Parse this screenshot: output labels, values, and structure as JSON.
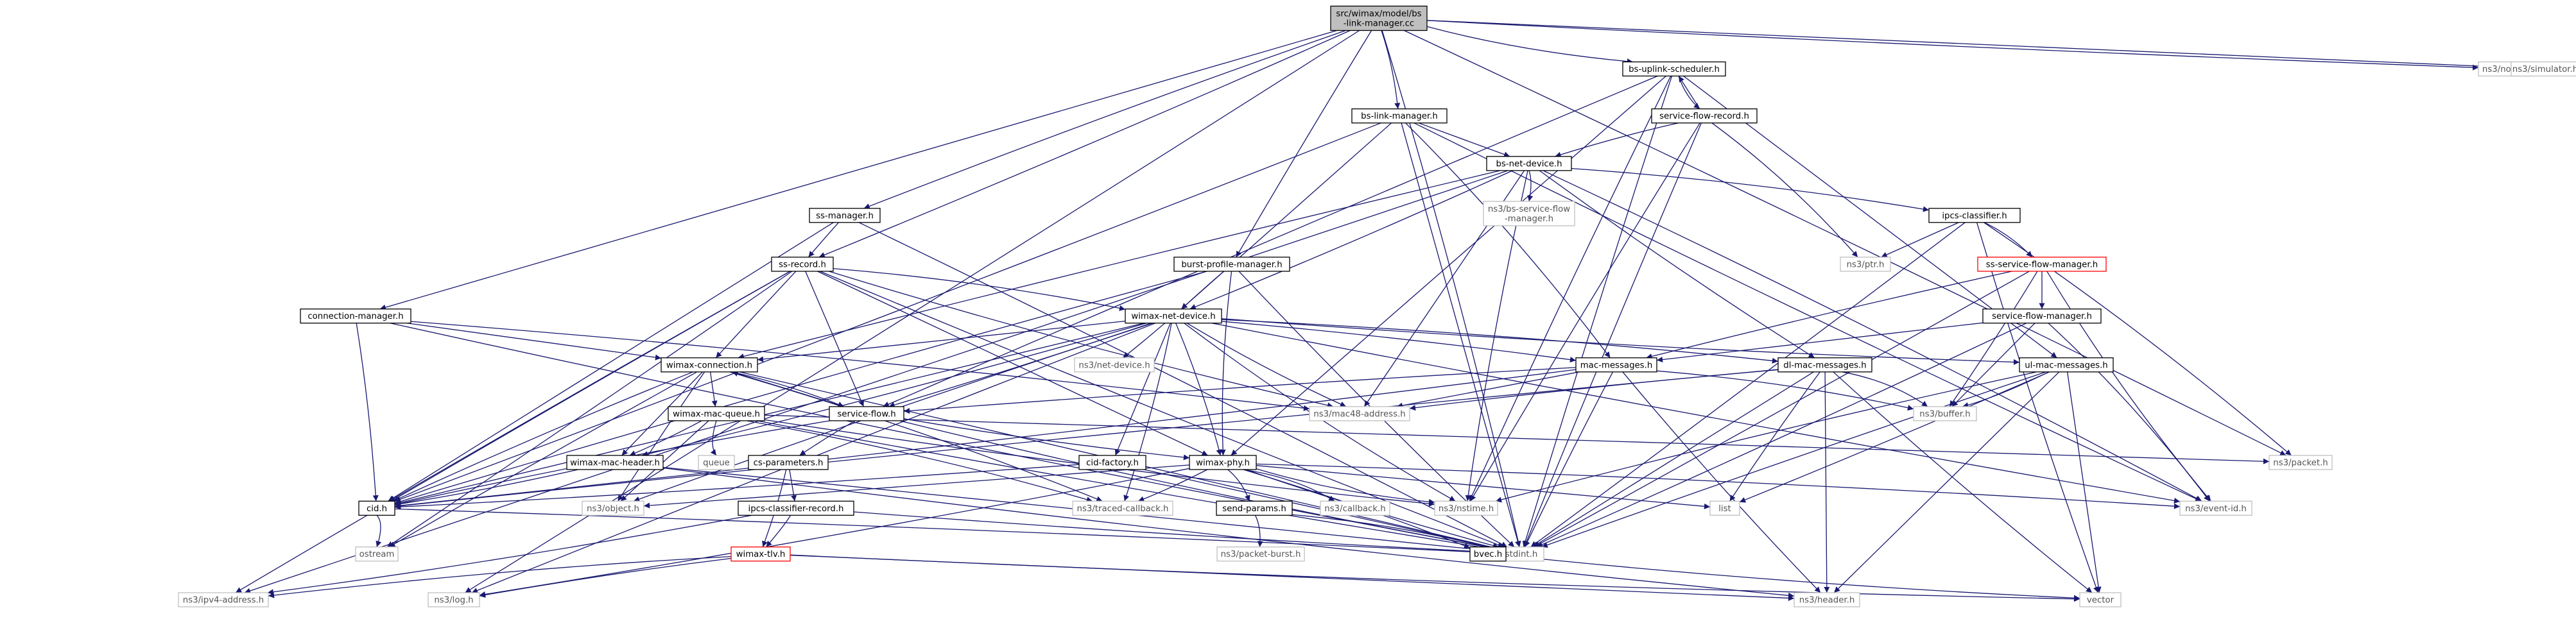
{
  "graph": {
    "type": "include-dependency-graph",
    "colors": {
      "edge": "#191970",
      "root_fill": "#bfbfbf",
      "node_border": "#000000",
      "external_border": "#bfbfbf",
      "incomplete_border": "#ff0000"
    },
    "nodes": [
      {
        "id": "root",
        "lines": [
          "src/wimax/model/bs",
          "-link-manager.cc"
        ],
        "kind": "root"
      },
      {
        "id": "bs-uplink-scheduler.h",
        "lines": [
          "bs-uplink-scheduler.h"
        ],
        "kind": "normal"
      },
      {
        "id": "ns3/node.h",
        "lines": [
          "ns3/node.h"
        ],
        "kind": "ext"
      },
      {
        "id": "ns3/simulator.h",
        "lines": [
          "ns3/simulator.h"
        ],
        "kind": "ext"
      },
      {
        "id": "bs-link-manager.h",
        "lines": [
          "bs-link-manager.h"
        ],
        "kind": "normal"
      },
      {
        "id": "service-flow-record.h",
        "lines": [
          "service-flow-record.h"
        ],
        "kind": "normal"
      },
      {
        "id": "bs-net-device.h",
        "lines": [
          "bs-net-device.h"
        ],
        "kind": "normal"
      },
      {
        "id": "ss-manager.h",
        "lines": [
          "ss-manager.h"
        ],
        "kind": "normal"
      },
      {
        "id": "ns3/bs-service-flow-manager.h",
        "lines": [
          "ns3/bs-service-flow",
          "-manager.h"
        ],
        "kind": "ext"
      },
      {
        "id": "ipcs-classifier.h",
        "lines": [
          "ipcs-classifier.h"
        ],
        "kind": "normal"
      },
      {
        "id": "ss-record.h",
        "lines": [
          "ss-record.h"
        ],
        "kind": "normal"
      },
      {
        "id": "burst-profile-manager.h",
        "lines": [
          "burst-profile-manager.h"
        ],
        "kind": "normal"
      },
      {
        "id": "ns3/ptr.h",
        "lines": [
          "ns3/ptr.h"
        ],
        "kind": "ext"
      },
      {
        "id": "ss-service-flow-manager.h",
        "lines": [
          "ss-service-flow-manager.h"
        ],
        "kind": "red"
      },
      {
        "id": "connection-manager.h",
        "lines": [
          "connection-manager.h"
        ],
        "kind": "normal"
      },
      {
        "id": "wimax-net-device.h",
        "lines": [
          "wimax-net-device.h"
        ],
        "kind": "normal"
      },
      {
        "id": "service-flow-manager.h",
        "lines": [
          "service-flow-manager.h"
        ],
        "kind": "normal"
      },
      {
        "id": "wimax-connection.h",
        "lines": [
          "wimax-connection.h"
        ],
        "kind": "normal"
      },
      {
        "id": "ns3/net-device.h",
        "lines": [
          "ns3/net-device.h"
        ],
        "kind": "ext"
      },
      {
        "id": "mac-messages.h",
        "lines": [
          "mac-messages.h"
        ],
        "kind": "normal"
      },
      {
        "id": "dl-mac-messages.h",
        "lines": [
          "dl-mac-messages.h"
        ],
        "kind": "normal"
      },
      {
        "id": "ul-mac-messages.h",
        "lines": [
          "ul-mac-messages.h"
        ],
        "kind": "normal"
      },
      {
        "id": "wimax-mac-queue.h",
        "lines": [
          "wimax-mac-queue.h"
        ],
        "kind": "normal"
      },
      {
        "id": "service-flow.h",
        "lines": [
          "service-flow.h"
        ],
        "kind": "normal"
      },
      {
        "id": "ns3/mac48-address.h",
        "lines": [
          "ns3/mac48-address.h"
        ],
        "kind": "ext"
      },
      {
        "id": "ns3/buffer.h",
        "lines": [
          "ns3/buffer.h"
        ],
        "kind": "ext"
      },
      {
        "id": "queue",
        "lines": [
          "queue"
        ],
        "kind": "ext"
      },
      {
        "id": "cs-parameters.h",
        "lines": [
          "cs-parameters.h"
        ],
        "kind": "normal"
      },
      {
        "id": "cid-factory.h",
        "lines": [
          "cid-factory.h"
        ],
        "kind": "normal"
      },
      {
        "id": "wimax-phy.h",
        "lines": [
          "wimax-phy.h"
        ],
        "kind": "normal"
      },
      {
        "id": "ns3/packet.h",
        "lines": [
          "ns3/packet.h"
        ],
        "kind": "ext"
      },
      {
        "id": "wimax-mac-header.h",
        "lines": [
          "wimax-mac-header.h"
        ],
        "kind": "normal"
      },
      {
        "id": "cid.h",
        "lines": [
          "cid.h"
        ],
        "kind": "normal"
      },
      {
        "id": "ns3/object.h",
        "lines": [
          "ns3/object.h"
        ],
        "kind": "ext"
      },
      {
        "id": "ipcs-classifier-record.h",
        "lines": [
          "ipcs-classifier-record.h"
        ],
        "kind": "normal"
      },
      {
        "id": "ns3/traced-callback.h",
        "lines": [
          "ns3/traced-callback.h"
        ],
        "kind": "ext"
      },
      {
        "id": "send-params.h",
        "lines": [
          "send-params.h"
        ],
        "kind": "normal"
      },
      {
        "id": "ns3/callback.h",
        "lines": [
          "ns3/callback.h"
        ],
        "kind": "ext"
      },
      {
        "id": "ns3/nstime.h",
        "lines": [
          "ns3/nstime.h"
        ],
        "kind": "ext"
      },
      {
        "id": "list",
        "lines": [
          "list"
        ],
        "kind": "ext"
      },
      {
        "id": "ns3/event-id.h",
        "lines": [
          "ns3/event-id.h"
        ],
        "kind": "ext"
      },
      {
        "id": "ostream",
        "lines": [
          "ostream"
        ],
        "kind": "ext"
      },
      {
        "id": "ns3/packet-burst.h",
        "lines": [
          "ns3/packet-burst.h"
        ],
        "kind": "ext"
      },
      {
        "id": "stdint.h",
        "lines": [
          "stdint.h"
        ],
        "kind": "ext"
      },
      {
        "id": "bvec.h",
        "lines": [
          "bvec.h"
        ],
        "kind": "normal"
      },
      {
        "id": "wimax-tlv.h",
        "lines": [
          "wimax-tlv.h"
        ],
        "kind": "red"
      },
      {
        "id": "ns3/ipv4-address.h",
        "lines": [
          "ns3/ipv4-address.h"
        ],
        "kind": "ext"
      },
      {
        "id": "ns3/log.h",
        "lines": [
          "ns3/log.h"
        ],
        "kind": "ext"
      },
      {
        "id": "ns3/header.h",
        "lines": [
          "ns3/header.h"
        ],
        "kind": "ext"
      },
      {
        "id": "vector",
        "lines": [
          "vector"
        ],
        "kind": "ext"
      }
    ],
    "edges": [
      [
        "root",
        "bs-uplink-scheduler.h"
      ],
      [
        "root",
        "ns3/node.h"
      ],
      [
        "root",
        "ns3/simulator.h"
      ],
      [
        "root",
        "bs-link-manager.h"
      ],
      [
        "root",
        "ss-manager.h"
      ],
      [
        "root",
        "ss-record.h"
      ],
      [
        "root",
        "burst-profile-manager.h"
      ],
      [
        "root",
        "connection-manager.h"
      ],
      [
        "root",
        "ns3/packet.h"
      ],
      [
        "root",
        "stdint.h"
      ],
      [
        "root",
        "ns3/log.h"
      ],
      [
        "bs-uplink-scheduler.h",
        "service-flow-record.h"
      ],
      [
        "bs-uplink-scheduler.h",
        "ul-mac-messages.h"
      ],
      [
        "bs-uplink-scheduler.h",
        "service-flow.h"
      ],
      [
        "bs-uplink-scheduler.h",
        "wimax-phy.h"
      ],
      [
        "bs-uplink-scheduler.h",
        "ns3/nstime.h"
      ],
      [
        "bs-uplink-scheduler.h",
        "stdint.h"
      ],
      [
        "service-flow-record.h",
        "bs-uplink-scheduler.h"
      ],
      [
        "service-flow-record.h",
        "bs-net-device.h"
      ],
      [
        "service-flow-record.h",
        "ns3/ptr.h"
      ],
      [
        "service-flow-record.h",
        "ns3/nstime.h"
      ],
      [
        "service-flow-record.h",
        "stdint.h"
      ],
      [
        "bs-link-manager.h",
        "bs-net-device.h"
      ],
      [
        "bs-link-manager.h",
        "wimax-net-device.h"
      ],
      [
        "bs-link-manager.h",
        "mac-messages.h"
      ],
      [
        "bs-link-manager.h",
        "cid.h"
      ],
      [
        "bs-link-manager.h",
        "ns3/event-id.h"
      ],
      [
        "bs-link-manager.h",
        "stdint.h"
      ],
      [
        "bs-net-device.h",
        "ns3/bs-service-flow-manager.h"
      ],
      [
        "bs-net-device.h",
        "ipcs-classifier.h"
      ],
      [
        "bs-net-device.h",
        "wimax-net-device.h"
      ],
      [
        "bs-net-device.h",
        "dl-mac-messages.h"
      ],
      [
        "bs-net-device.h",
        "ns3/mac48-address.h"
      ],
      [
        "bs-net-device.h",
        "wimax-connection.h"
      ],
      [
        "bs-net-device.h",
        "ns3/event-id.h"
      ],
      [
        "bs-net-device.h",
        "ns3/nstime.h"
      ],
      [
        "bs-net-device.h",
        "ns3/ipv4-address.h"
      ],
      [
        "ipcs-classifier.h",
        "ns3/ptr.h"
      ],
      [
        "ipcs-classifier.h",
        "ss-service-flow-manager.h"
      ],
      [
        "ipcs-classifier.h",
        "ns3/packet.h"
      ],
      [
        "ipcs-classifier.h",
        "stdint.h"
      ],
      [
        "ipcs-classifier.h",
        "vector"
      ],
      [
        "ss-service-flow-manager.h",
        "service-flow-manager.h"
      ],
      [
        "ss-service-flow-manager.h",
        "mac-messages.h"
      ],
      [
        "ss-service-flow-manager.h",
        "ns3/buffer.h"
      ],
      [
        "ss-service-flow-manager.h",
        "ns3/event-id.h"
      ],
      [
        "ss-service-flow-manager.h",
        "stdint.h"
      ],
      [
        "service-flow-manager.h",
        "mac-messages.h"
      ],
      [
        "service-flow-manager.h",
        "ns3/buffer.h"
      ],
      [
        "service-flow-manager.h",
        "ns3/event-id.h"
      ],
      [
        "service-flow-manager.h",
        "stdint.h"
      ],
      [
        "ss-manager.h",
        "ss-record.h"
      ],
      [
        "ss-manager.h",
        "cid.h"
      ],
      [
        "ss-manager.h",
        "stdint.h"
      ],
      [
        "ss-record.h",
        "wimax-net-device.h"
      ],
      [
        "ss-record.h",
        "ns3/mac48-address.h"
      ],
      [
        "ss-record.h",
        "wimax-connection.h"
      ],
      [
        "ss-record.h",
        "service-flow.h"
      ],
      [
        "ss-record.h",
        "cid.h"
      ],
      [
        "ss-record.h",
        "ns3/ipv4-address.h"
      ],
      [
        "ss-record.h",
        "ostream"
      ],
      [
        "ss-record.h",
        "stdint.h"
      ],
      [
        "ss-record.h",
        "wimax-phy.h"
      ],
      [
        "burst-profile-manager.h",
        "wimax-net-device.h"
      ],
      [
        "burst-profile-manager.h",
        "cid.h"
      ],
      [
        "burst-profile-manager.h",
        "wimax-phy.h"
      ],
      [
        "burst-profile-manager.h",
        "stdint.h"
      ],
      [
        "connection-manager.h",
        "wimax-connection.h"
      ],
      [
        "connection-manager.h",
        "cid.h"
      ],
      [
        "connection-manager.h",
        "ns3/mac48-address.h"
      ],
      [
        "connection-manager.h",
        "stdint.h"
      ],
      [
        "wimax-net-device.h",
        "ns3/net-device.h"
      ],
      [
        "wimax-net-device.h",
        "wimax-connection.h"
      ],
      [
        "wimax-net-device.h",
        "mac-messages.h"
      ],
      [
        "wimax-net-device.h",
        "dl-mac-messages.h"
      ],
      [
        "wimax-net-device.h",
        "ul-mac-messages.h"
      ],
      [
        "wimax-net-device.h",
        "ns3/mac48-address.h"
      ],
      [
        "wimax-net-device.h",
        "cid-factory.h"
      ],
      [
        "wimax-net-device.h",
        "wimax-phy.h"
      ],
      [
        "wimax-net-device.h",
        "ns3/traced-callback.h"
      ],
      [
        "wimax-net-device.h",
        "ns3/nstime.h"
      ],
      [
        "wimax-net-device.h",
        "ns3/event-id.h"
      ],
      [
        "wimax-net-device.h",
        "cid.h"
      ],
      [
        "wimax-net-device.h",
        "ns3/log.h"
      ],
      [
        "wimax-net-device.h",
        "ns3/object.h"
      ],
      [
        "wimax-net-device.h",
        "wimax-mac-header.h"
      ],
      [
        "wimax-net-device.h",
        "service-flow.h"
      ],
      [
        "wimax-connection.h",
        "wimax-mac-queue.h"
      ],
      [
        "wimax-connection.h",
        "service-flow.h"
      ],
      [
        "wimax-connection.h",
        "cid.h"
      ],
      [
        "wimax-connection.h",
        "wimax-mac-header.h"
      ],
      [
        "wimax-connection.h",
        "ns3/object.h"
      ],
      [
        "wimax-connection.h",
        "stdint.h"
      ],
      [
        "wimax-connection.h",
        "ostream"
      ],
      [
        "wimax-connection.h",
        "ns3/traced-callback.h"
      ],
      [
        "wimax-mac-queue.h",
        "queue"
      ],
      [
        "wimax-mac-queue.h",
        "wimax-mac-header.h"
      ],
      [
        "wimax-mac-queue.h",
        "ns3/packet.h"
      ],
      [
        "wimax-mac-queue.h",
        "ns3/object.h"
      ],
      [
        "wimax-mac-queue.h",
        "ns3/traced-callback.h"
      ],
      [
        "wimax-mac-queue.h",
        "ns3/nstime.h"
      ],
      [
        "wimax-mac-queue.h",
        "stdint.h"
      ],
      [
        "service-flow.h",
        "wimax-connection.h"
      ],
      [
        "service-flow.h",
        "cs-parameters.h"
      ],
      [
        "service-flow.h",
        "cid.h"
      ],
      [
        "service-flow.h",
        "stdint.h"
      ],
      [
        "service-flow.h",
        "wimax-phy.h"
      ],
      [
        "cs-parameters.h",
        "ipcs-classifier-record.h"
      ],
      [
        "cs-parameters.h",
        "wimax-tlv.h"
      ],
      [
        "ipcs-classifier-record.h",
        "wimax-tlv.h"
      ],
      [
        "ipcs-classifier-record.h",
        "ns3/ipv4-address.h"
      ],
      [
        "ipcs-classifier-record.h",
        "stdint.h"
      ],
      [
        "wimax-tlv.h",
        "ns3/header.h"
      ],
      [
        "wimax-tlv.h",
        "ns3/log.h"
      ],
      [
        "wimax-tlv.h",
        "ns3/ipv4-address.h"
      ],
      [
        "wimax-tlv.h",
        "vector"
      ],
      [
        "cid-factory.h",
        "cid.h"
      ],
      [
        "cid-factory.h",
        "stdint.h"
      ],
      [
        "cid.h",
        "stdint.h"
      ],
      [
        "cid.h",
        "ostream"
      ],
      [
        "wimax-mac-header.h",
        "ns3/header.h"
      ],
      [
        "wimax-mac-header.h",
        "cid.h"
      ],
      [
        "wimax-mac-header.h",
        "stdint.h"
      ],
      [
        "wimax-phy.h",
        "send-params.h"
      ],
      [
        "wimax-phy.h",
        "ns3/callback.h"
      ],
      [
        "wimax-phy.h",
        "ns3/nstime.h"
      ],
      [
        "wimax-phy.h",
        "ns3/traced-callback.h"
      ],
      [
        "wimax-phy.h",
        "list"
      ],
      [
        "wimax-phy.h",
        "bvec.h"
      ],
      [
        "wimax-phy.h",
        "ns3/event-id.h"
      ],
      [
        "wimax-phy.h",
        "ns3/log.h"
      ],
      [
        "wimax-phy.h",
        "stdint.h"
      ],
      [
        "wimax-phy.h",
        "ns3/object.h"
      ],
      [
        "send-params.h",
        "ns3/packet-burst.h"
      ],
      [
        "send-params.h",
        "stdint.h"
      ],
      [
        "bvec.h",
        "vector"
      ],
      [
        "mac-messages.h",
        "ns3/header.h"
      ],
      [
        "mac-messages.h",
        "ns3/mac48-address.h"
      ],
      [
        "mac-messages.h",
        "service-flow.h"
      ],
      [
        "mac-messages.h",
        "ns3/buffer.h"
      ],
      [
        "mac-messages.h",
        "cid.h"
      ],
      [
        "mac-messages.h",
        "stdint.h"
      ],
      [
        "dl-mac-messages.h",
        "ns3/header.h"
      ],
      [
        "dl-mac-messages.h",
        "ns3/mac48-address.h"
      ],
      [
        "dl-mac-messages.h",
        "ns3/buffer.h"
      ],
      [
        "dl-mac-messages.h",
        "list"
      ],
      [
        "dl-mac-messages.h",
        "vector"
      ],
      [
        "dl-mac-messages.h",
        "stdint.h"
      ],
      [
        "dl-mac-messages.h",
        "cid.h"
      ],
      [
        "ul-mac-messages.h",
        "ns3/header.h"
      ],
      [
        "ul-mac-messages.h",
        "ns3/buffer.h"
      ],
      [
        "ul-mac-messages.h",
        "list"
      ],
      [
        "ul-mac-messages.h",
        "vector"
      ],
      [
        "ul-mac-messages.h",
        "stdint.h"
      ],
      [
        "ul-mac-messages.h",
        "ns3/nstime.h"
      ]
    ]
  }
}
